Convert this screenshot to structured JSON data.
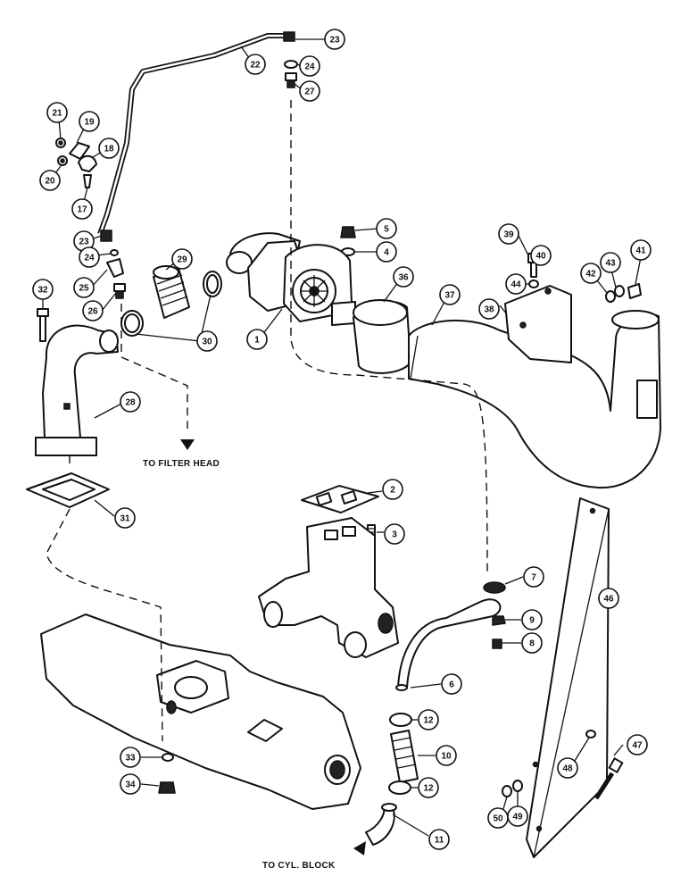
{
  "notes": {
    "filter_head": "TO FILTER HEAD",
    "cyl_block": "TO CYL. BLOCK"
  },
  "callouts": [
    {
      "id": "c-23a",
      "label": "23"
    },
    {
      "id": "c-22",
      "label": "22"
    },
    {
      "id": "c-24a",
      "label": "24"
    },
    {
      "id": "c-27",
      "label": "27"
    },
    {
      "id": "c-21",
      "label": "21"
    },
    {
      "id": "c-19",
      "label": "19"
    },
    {
      "id": "c-18",
      "label": "18"
    },
    {
      "id": "c-20",
      "label": "20"
    },
    {
      "id": "c-17",
      "label": "17"
    },
    {
      "id": "c-5",
      "label": "5"
    },
    {
      "id": "c-4",
      "label": "4"
    },
    {
      "id": "c-39",
      "label": "39"
    },
    {
      "id": "c-41",
      "label": "41"
    },
    {
      "id": "c-40",
      "label": "40"
    },
    {
      "id": "c-43",
      "label": "43"
    },
    {
      "id": "c-42",
      "label": "42"
    },
    {
      "id": "c-44",
      "label": "44"
    },
    {
      "id": "c-23b",
      "label": "23"
    },
    {
      "id": "c-24b",
      "label": "24"
    },
    {
      "id": "c-29",
      "label": "29"
    },
    {
      "id": "c-25",
      "label": "25"
    },
    {
      "id": "c-32",
      "label": "32"
    },
    {
      "id": "c-26",
      "label": "26"
    },
    {
      "id": "c-36",
      "label": "36"
    },
    {
      "id": "c-37",
      "label": "37"
    },
    {
      "id": "c-38",
      "label": "38"
    },
    {
      "id": "c-30",
      "label": "30"
    },
    {
      "id": "c-1",
      "label": "1"
    },
    {
      "id": "c-28",
      "label": "28"
    },
    {
      "id": "c-2",
      "label": "2"
    },
    {
      "id": "c-31",
      "label": "31"
    },
    {
      "id": "c-3",
      "label": "3"
    },
    {
      "id": "c-7",
      "label": "7"
    },
    {
      "id": "c-46",
      "label": "46"
    },
    {
      "id": "c-9",
      "label": "9"
    },
    {
      "id": "c-8",
      "label": "8"
    },
    {
      "id": "c-6",
      "label": "6"
    },
    {
      "id": "c-12a",
      "label": "12"
    },
    {
      "id": "c-10",
      "label": "10"
    },
    {
      "id": "c-47",
      "label": "47"
    },
    {
      "id": "c-33",
      "label": "33"
    },
    {
      "id": "c-48",
      "label": "48"
    },
    {
      "id": "c-12b",
      "label": "12"
    },
    {
      "id": "c-34",
      "label": "34"
    },
    {
      "id": "c-50",
      "label": "50"
    },
    {
      "id": "c-49",
      "label": "49"
    },
    {
      "id": "c-11",
      "label": "11"
    }
  ]
}
